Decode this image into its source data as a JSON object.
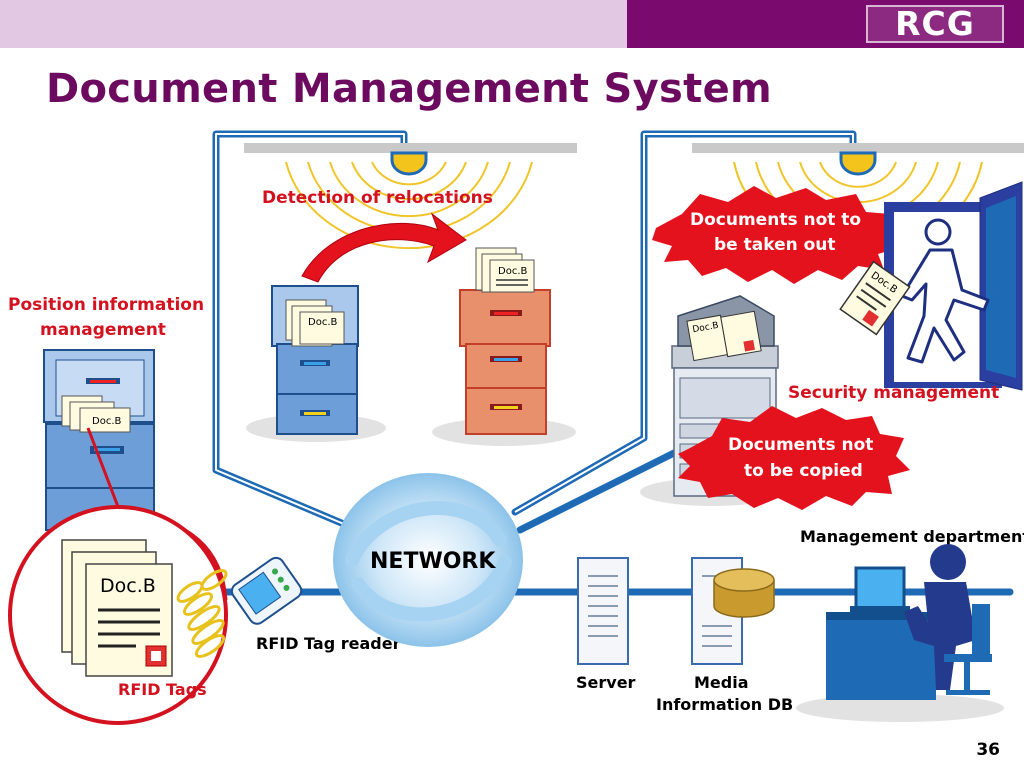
{
  "header": {
    "logo_text": "RCG",
    "title": "Document Management System"
  },
  "labels": {
    "detection": "Detection of relocations",
    "position_line1": "Position information",
    "position_line2": "management",
    "not_taken_line1": "Documents not to",
    "not_taken_line2": "be taken out",
    "security": "Security management",
    "not_copied_line1": "Documents not",
    "not_copied_line2": "to be copied",
    "network": "NETWORK",
    "mgmt_dept": "Management department",
    "rfid_reader": "RFID Tag reader",
    "server": "Server",
    "media_line1": "Media",
    "media_line2": "Information DB",
    "rfid_tags": "RFID Tags",
    "doc_b": "Doc.B"
  },
  "footer": {
    "page_number": "36"
  },
  "colors": {
    "brand_purple": "#6b0a5e",
    "header_band": "#e2c8e2",
    "logo_band": "#7a0a6e",
    "network_blue": "#1e6ab5",
    "alert_red": "#d4121f"
  }
}
